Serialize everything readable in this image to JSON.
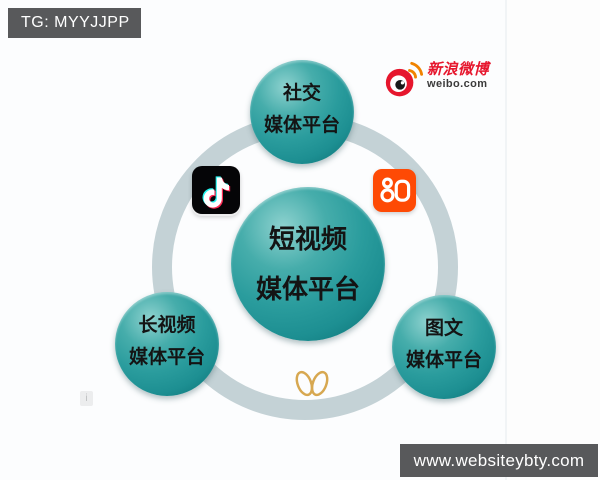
{
  "overlays": {
    "tg_badge": "TG: MYYJJPP",
    "watermark": "www.websiteybty.com",
    "smudge": "i"
  },
  "weibo_logo": {
    "name_cn": "新浪微博",
    "domain": "weibo.com"
  },
  "diagram": {
    "center_node": {
      "line1": "短视频",
      "line2": "媒体平台"
    },
    "top_node": {
      "line1": "社交",
      "line2": "媒体平台"
    },
    "bottom_left_node": {
      "line1": "长视频",
      "line2": "媒体平台"
    },
    "bottom_right_node": {
      "line1": "图文",
      "line2": "媒体平台"
    },
    "icons": {
      "left": "douyin-tiktok",
      "right": "kuaishou",
      "top_right_logo": "sina-weibo",
      "bottom": "weishi-butterfly"
    }
  },
  "colors": {
    "node_teal": "#1d8f92",
    "node_teal_dark": "#0a686d",
    "node_highlight": "#8ed2cf",
    "ring": "#c4d2d6",
    "badge_bg": "#58595b",
    "weibo_red": "#e6162d",
    "weibo_orange": "#f08300",
    "kuaishou_orange": "#fe4a05",
    "douyin_black": "#050507",
    "douyin_cyan": "#25f4ee",
    "douyin_red": "#fe2c55",
    "butterfly_gold": "#d7a851"
  }
}
